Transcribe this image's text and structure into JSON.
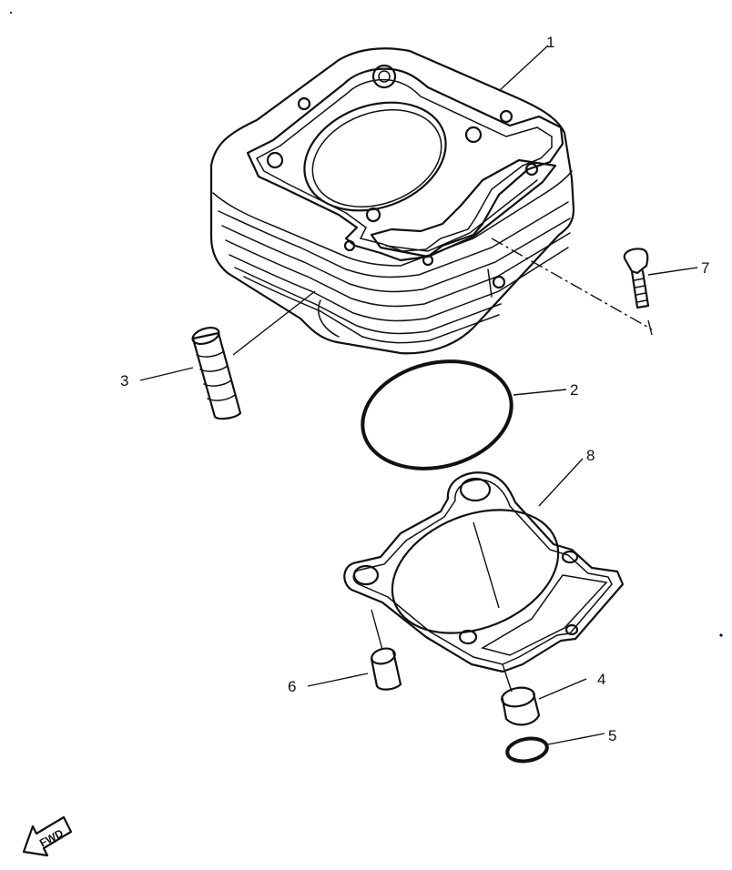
{
  "diagram": {
    "callouts": [
      {
        "id": "1",
        "label": "1"
      },
      {
        "id": "2",
        "label": "2"
      },
      {
        "id": "3",
        "label": "3"
      },
      {
        "id": "4",
        "label": "4"
      },
      {
        "id": "5",
        "label": "5"
      },
      {
        "id": "6",
        "label": "6"
      },
      {
        "id": "7",
        "label": "7"
      },
      {
        "id": "8",
        "label": "8"
      }
    ],
    "direction_marker": {
      "text": "FWD",
      "icon": "forward-arrow-icon"
    }
  }
}
